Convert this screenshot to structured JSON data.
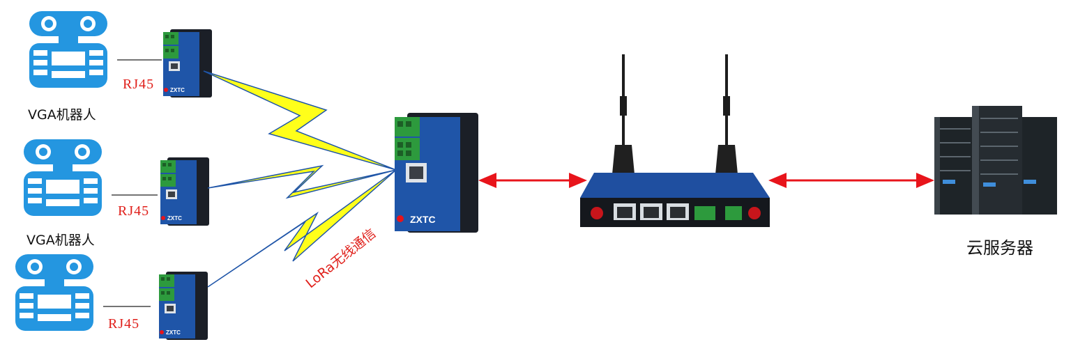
{
  "robots": [
    {
      "label": "VGA机器人",
      "link": "RJ45"
    },
    {
      "label": "VGA机器人",
      "link": "RJ45"
    },
    {
      "label": "",
      "link": "RJ45"
    }
  ],
  "wireless_label": "LoRa无线通信",
  "server_label": "云服务器",
  "device_brand": "ZXTC",
  "colors": {
    "robot_blue": "#2496e0",
    "module_blue": "#1f55a8",
    "lightning_yellow": "#ffff1a",
    "arrow_red": "#e8141b",
    "text_red": "#e0201b"
  }
}
